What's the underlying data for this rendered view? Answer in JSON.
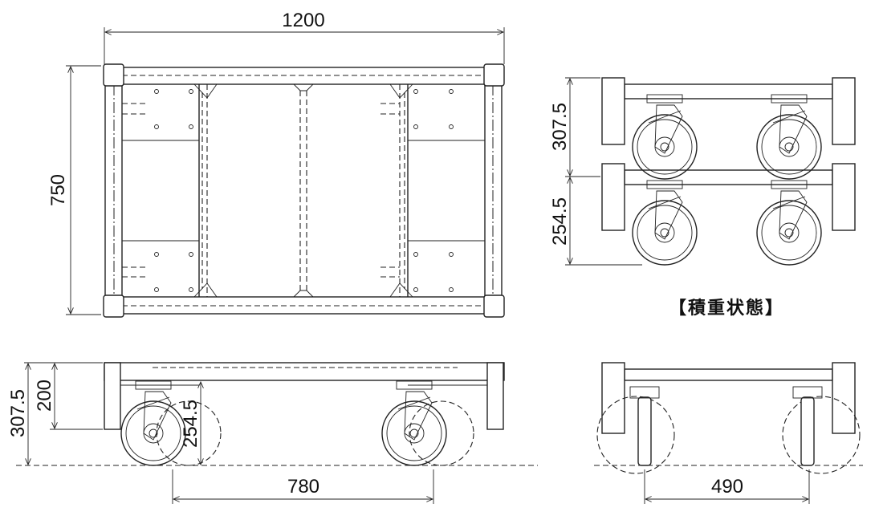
{
  "top_view": {
    "width_dim": "1200",
    "depth_dim": "750"
  },
  "side_view": {
    "total_height_dim": "307.5",
    "frame_height_dim": "200",
    "caster_height_dim": "254.5",
    "wheelbase_dim": "780"
  },
  "stacked_view": {
    "stack_pitch_dim": "307.5",
    "lower_height_dim": "254.5",
    "caption": "【積重状態】"
  },
  "front_view": {
    "track_dim": "490"
  }
}
